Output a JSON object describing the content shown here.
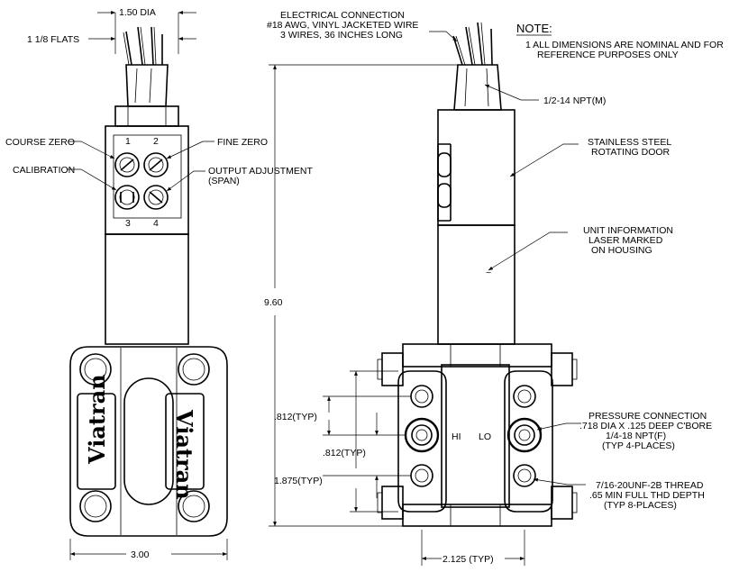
{
  "labels": {
    "dia": "1.50 DIA",
    "flats": "1 1/8 FLATS",
    "electrical_1": "ELECTRICAL CONNECTION",
    "electrical_2": "#18 AWG, VINYL JACKETED WIRE",
    "electrical_3": "3 WIRES, 36 INCHES LONG",
    "note_title": "NOTE:",
    "note_1": "1 ALL DIMENSIONS ARE NOMINAL AND FOR",
    "note_2": "REFERENCE PURPOSES ONLY",
    "npt": "1/2-14 NPT(M)",
    "course_zero": "COURSE ZERO",
    "fine_zero": "FINE ZERO",
    "calibration": "CALIBRATION",
    "output_1": "OUTPUT ADJUSTMENT",
    "output_2": "(SPAN)",
    "door_1": "STAINLESS STEEL",
    "door_2": "ROTATING DOOR",
    "unit_1": "UNIT INFORMATION",
    "unit_2": "LASER MARKED",
    "unit_3": "ON HOUSING",
    "height": "9.60",
    "pressure_1": "PRESSURE CONNECTION",
    "pressure_2": ".718 DIA X .125 DEEP C'BORE",
    "pressure_3": "1/4-18 NPT(F)",
    "pressure_4": "(TYP 4-PLACES)",
    "thread_1": "7/16-20UNF-2B THREAD",
    "thread_2": ".65 MIN FULL THD DEPTH",
    "thread_3": "(TYP 8-PLACES)",
    "dim_812_a": ".812(TYP)",
    "dim_812_b": ".812(TYP)",
    "dim_1875": "1.875(TYP)",
    "width_300": "3.00",
    "width_2125": "2.125  (TYP)",
    "hi": "HI",
    "lo": "LO",
    "pot_1": "1",
    "pot_2": "2",
    "pot_3": "3",
    "pot_4": "4",
    "logo": "Viatran",
    "symbol": "~"
  }
}
